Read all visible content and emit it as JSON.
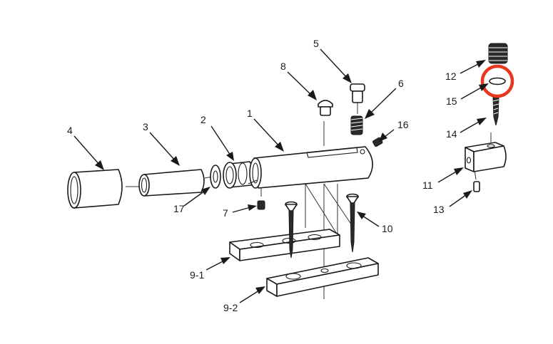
{
  "callouts": {
    "c1": "1",
    "c2": "2",
    "c3": "3",
    "c4": "4",
    "c5": "5",
    "c6": "6",
    "c7": "7",
    "c8": "8",
    "c9_1": "9-1",
    "c9_2": "9-2",
    "c10": "10",
    "c11": "11",
    "c12": "12",
    "c13": "13",
    "c14": "14",
    "c15": "15",
    "c16": "16",
    "c17": "17"
  },
  "colors": {
    "line": "#1a1a1a",
    "highlight": "#e8371f",
    "background": "#ffffff"
  }
}
